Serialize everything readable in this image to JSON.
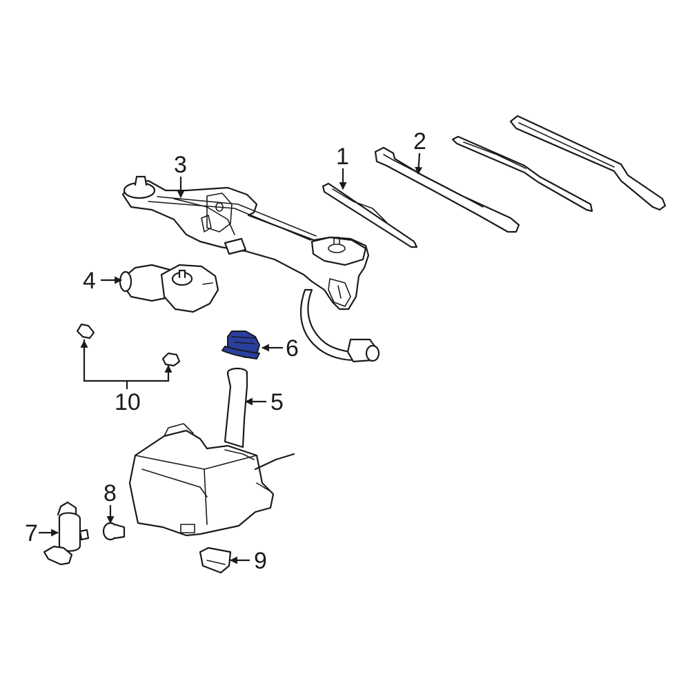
{
  "diagram": {
    "highlight_color": "#2a3fa0",
    "callouts": [
      {
        "id": "1",
        "label": "1"
      },
      {
        "id": "2",
        "label": "2"
      },
      {
        "id": "3",
        "label": "3"
      },
      {
        "id": "4",
        "label": "4"
      },
      {
        "id": "5",
        "label": "5"
      },
      {
        "id": "6",
        "label": "6"
      },
      {
        "id": "7",
        "label": "7"
      },
      {
        "id": "8",
        "label": "8"
      },
      {
        "id": "9",
        "label": "9"
      },
      {
        "id": "10",
        "label": "10"
      }
    ],
    "highlighted_part": "6"
  }
}
